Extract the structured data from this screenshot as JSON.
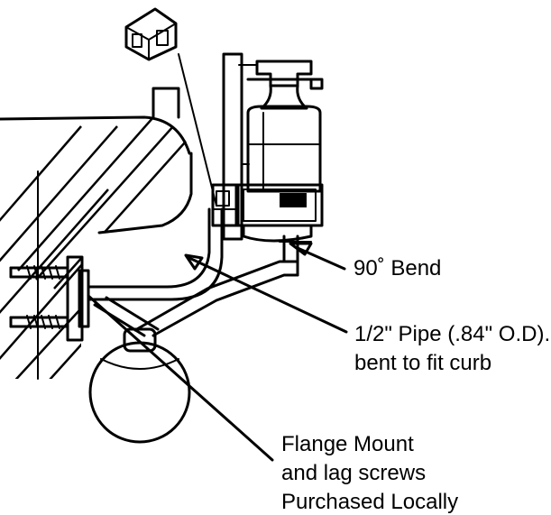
{
  "labels": {
    "bend": "90˚ Bend",
    "pipe_line1": "1/2\" Pipe (.84\" O.D).",
    "pipe_line2": "bent to fit curb",
    "flange_line1": "Flange Mount",
    "flange_line2": "and lag screws",
    "flange_line3": "Purchased Locally"
  },
  "colors": {
    "ink": "#000000",
    "paper": "#ffffff"
  }
}
